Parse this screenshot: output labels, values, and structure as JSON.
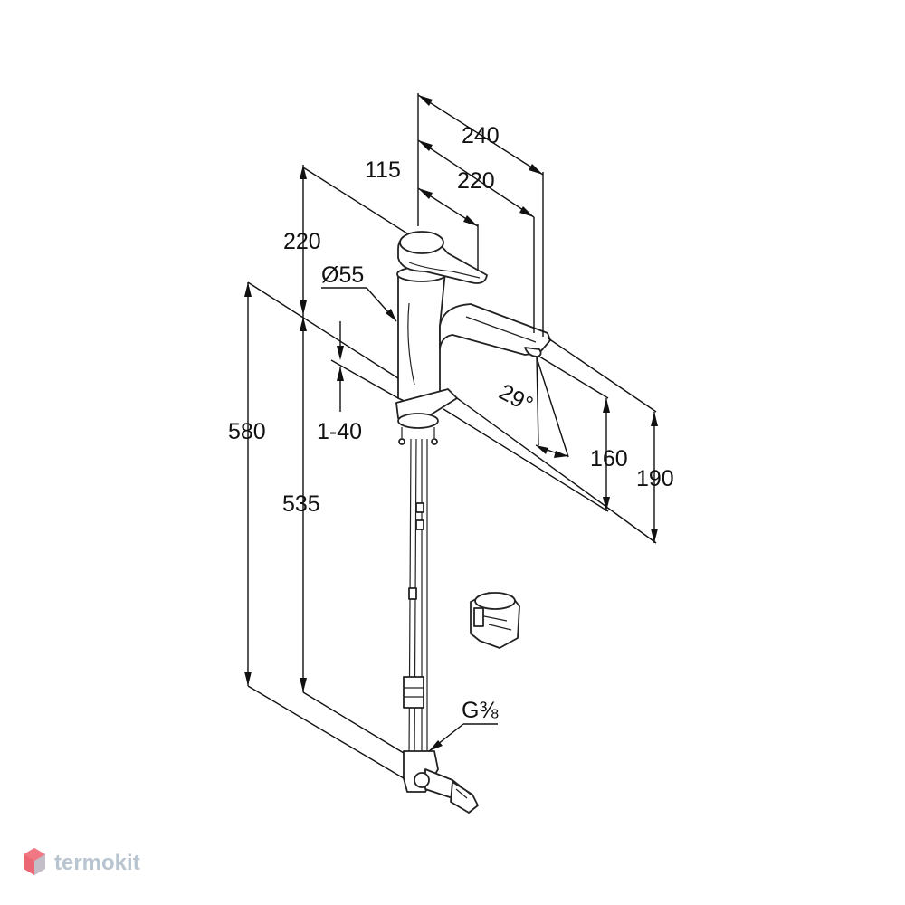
{
  "dimensions": {
    "overall_reach": "240",
    "spout_reach": "220",
    "lever_reach": "115",
    "body_height": "220",
    "body_diameter": "Ø55",
    "total_height": "580",
    "hose_length": "535",
    "deck_thickness": "1-40",
    "spout_angle": "29°",
    "outlet_height": "160",
    "spout_top_height": "190",
    "connection_thread": "G⅜"
  },
  "watermark": {
    "brand": "termokit"
  },
  "colors": {
    "line": "#111111",
    "watermark": "#b8c4cf",
    "watermark_logo": "#e64c5a"
  }
}
